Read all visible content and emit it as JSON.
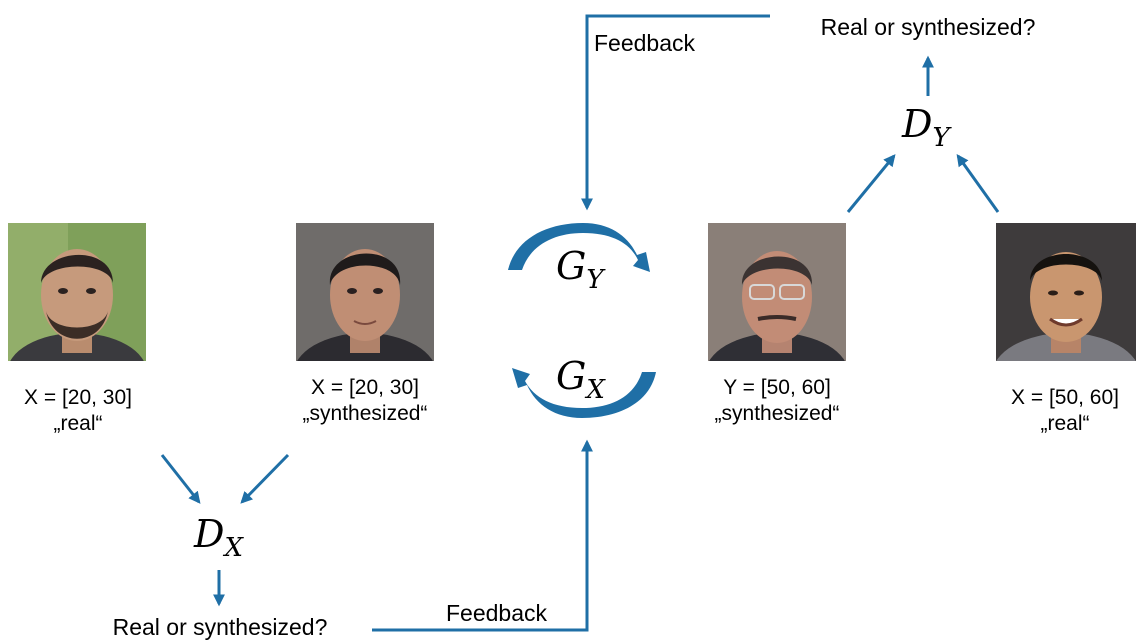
{
  "colors": {
    "arrow": "#1f6fa6",
    "text": "#000000"
  },
  "top_question": "Real or synthesized?",
  "bottom_question": "Real or synthesized?",
  "feedback_top": "Feedback",
  "feedback_bottom": "Feedback",
  "generator_y": {
    "base": "G",
    "sub": "Y"
  },
  "generator_x": {
    "base": "G",
    "sub": "X"
  },
  "discriminator_y": {
    "base": "D",
    "sub": "Y"
  },
  "discriminator_x": {
    "base": "D",
    "sub": "X"
  },
  "faces": [
    {
      "range": "X = [20, 30]",
      "label": "„real“"
    },
    {
      "range": "X = [20, 30]",
      "label": "„synthesized“"
    },
    {
      "range": "Y = [50, 60]",
      "label": "„synthesized“"
    },
    {
      "range": "X = [50, 60]",
      "label": "„real“"
    }
  ]
}
